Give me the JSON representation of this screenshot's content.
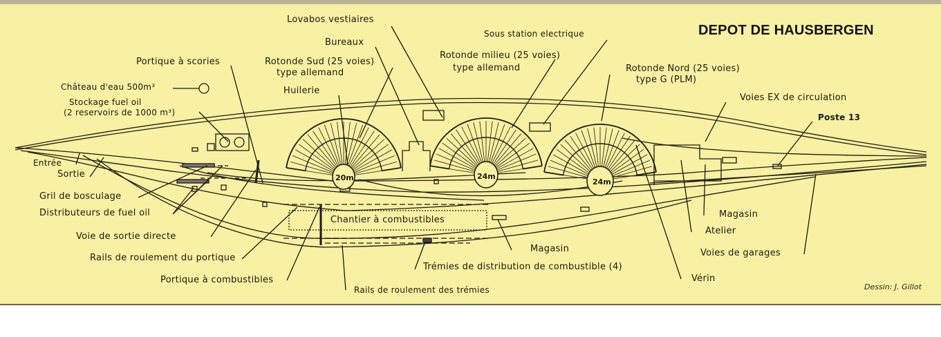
{
  "title": "DEPOT DE HAUSBERGEN",
  "credit": "Dessin: J. Gillot",
  "labels": {
    "lavabos": "Lovabos vestiaires",
    "bureaux": "Bureaux",
    "portique_scories": "Portique à scories",
    "rotonde_sud_1": "Rotonde Sud (25 voies)",
    "rotonde_sud_2": "type allemand",
    "rotonde_milieu_1": "Rotonde milieu (25 voies)",
    "rotonde_milieu_2": "type allemand",
    "sous_station": "Sous station electrique",
    "rotonde_nord_1": "Rotonde Nord (25 voies)",
    "rotonde_nord_2": "type G (PLM)",
    "chateau_eau": "Château d'eau 500m³",
    "huilerie": "Huilerie",
    "stockage_1": "Stockage fuel oil",
    "stockage_2": "(2 reservoirs de 1000 m³)",
    "voies_circulation": "Voies EX de circulation",
    "poste13": "Poste 13",
    "entree": "Entrée",
    "sortie": "Sortie",
    "gril": "Gril de bosculage",
    "distributeurs": "Distributeurs de fuel oil",
    "chantier": "Chantier à combustibles",
    "voie_sortie": "Voie de sortie directe",
    "magasin_1": "Magasin",
    "atelier": "Atelier",
    "voies_garages": "Voies de garages",
    "magasin_2": "Magasin",
    "rails_portique": "Rails de roulement du portique",
    "tremies": "Trémies de distribution de combustible (4)",
    "portique_combustibles": "Portique à combustibles",
    "verin": "Vérin",
    "rails_tremies": "Rails de roulement des trémies"
  },
  "turntables": [
    "20m",
    "24m",
    "24m"
  ],
  "colors": {
    "paper": "#f8f0a2",
    "ink": "#1c1a10"
  }
}
